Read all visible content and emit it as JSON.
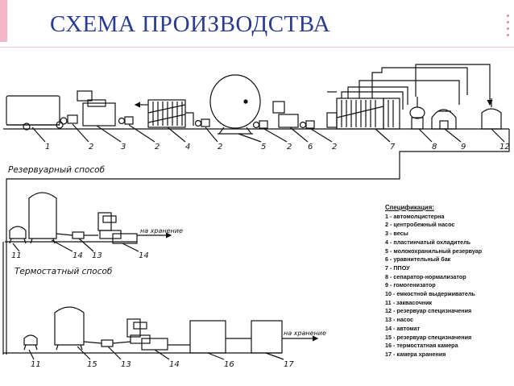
{
  "header": {
    "title": "СХЕМА ПРОИЗВОДСТВА"
  },
  "colors": {
    "accent": "#f2b6c8",
    "title": "#2a3c8f",
    "ornament": "#e88aa6",
    "ink": "#111111"
  },
  "diagram": {
    "top_row_numbers": [
      "1",
      "2",
      "3",
      "2",
      "4",
      "2",
      "5",
      "2",
      "6",
      "2",
      "7",
      "8",
      "9",
      "12"
    ],
    "reservoir_method_label": "Резервуарный способ",
    "thermostat_method_label": "Термостатный способ",
    "middle_row_numbers": [
      "11",
      "14",
      "13",
      "14"
    ],
    "bottom_row_numbers": [
      "11",
      "15",
      "13",
      "14",
      "16",
      "17"
    ],
    "storage_label_1": "на хранение",
    "storage_label_2": "на хранение"
  },
  "specification": {
    "title": "Спецификация:",
    "items": [
      "1 - автомолцистерна",
      "2 - центробежный насос",
      "3 - весы",
      "4 - пластинчатый охладитель",
      "5 - молокохранильный резервуар",
      "6 - уравнительный бак",
      "7 - ППОУ",
      "8 - сепаратор-нормализатор",
      "9 - гомогенизатор",
      "10 - емкостной выдерживатель",
      "11 - заквасочник",
      "12 - резервуар специзначения",
      "13 - насос",
      "14 - автомат",
      "15 - резервуар специзначения",
      "16 - термостатная камера",
      "17 - камера хранения"
    ]
  }
}
